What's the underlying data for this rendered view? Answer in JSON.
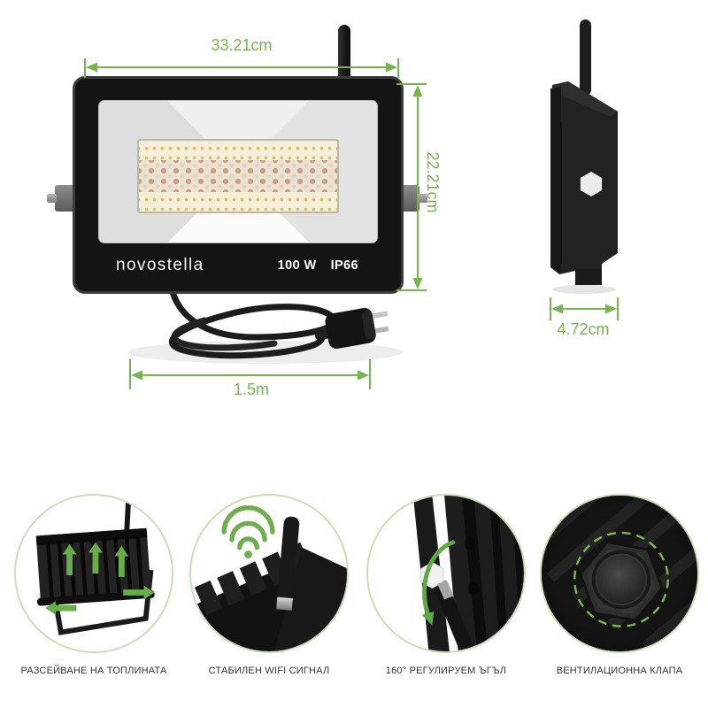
{
  "colors": {
    "accent_green": "#76b44e",
    "light_green_ring": "#c8dfb4",
    "body_black": "#141414",
    "label_text": "#333333"
  },
  "product": {
    "brand": "novostella",
    "power": "100 W",
    "ip_rating": "IP66"
  },
  "dimensions": {
    "width": "33.21cm",
    "height": "22.21cm",
    "depth": "4.72cm",
    "cable_length": "1.5m"
  },
  "features": [
    {
      "icon": "heat-dissipation-icon",
      "label": "РАЗСЕЙВАНЕ НА ТОПЛИНАТА"
    },
    {
      "icon": "wifi-signal-icon",
      "label": "СТАБИЛЕН WIFI СИГНАЛ"
    },
    {
      "icon": "adjustable-angle-icon",
      "label": "160° РЕГУЛИРУЕМ ЪГЪЛ"
    },
    {
      "icon": "ventilation-valve-icon",
      "label": "ВЕНТИЛАЦИОННА КЛАПА"
    }
  ]
}
